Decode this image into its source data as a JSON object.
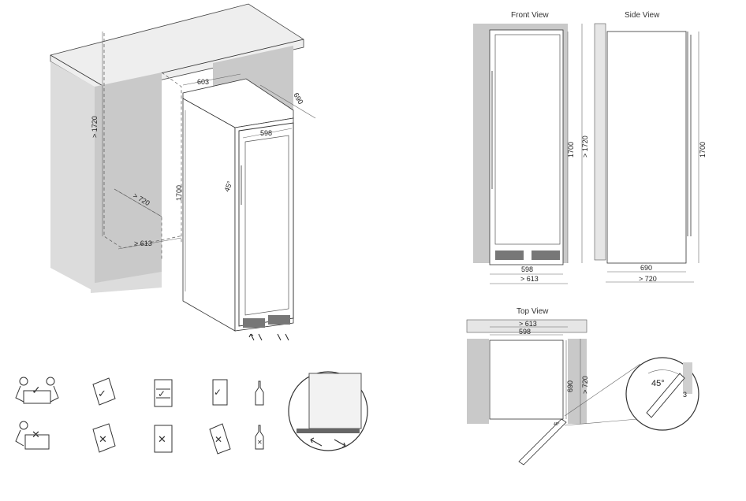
{
  "titles": {
    "front_view": "Front View",
    "side_view": "Side View",
    "top_view": "Top View"
  },
  "iso": {
    "niche_height": "> 1720",
    "niche_depth": "> 720",
    "niche_width": "> 613",
    "cabinet_width": "603",
    "cabinet_depth": "690",
    "door_width": "598",
    "cabinet_height": "1700",
    "door_angle": "45°"
  },
  "front": {
    "height": "1700",
    "niche_height": "> 1720",
    "width": "598",
    "niche_width": "> 613"
  },
  "side": {
    "height": "1700",
    "depth": "690",
    "niche_depth": "> 720"
  },
  "top": {
    "niche_width": "> 613",
    "width": "598",
    "depth": "690",
    "niche_depth": "> 720",
    "door_angle": "45°",
    "detail_angle": "45°",
    "detail_gap": "3"
  },
  "icons": {
    "row_ok": [
      "two-person-lift-icon",
      "manual-icon",
      "bottle-storage-icon",
      "upright-transport-icon",
      "bottle-icon"
    ],
    "row_bad": [
      "one-person-lift-icon",
      "manual-icon",
      "storage-warning-icon",
      "tilted-transport-icon",
      "bottle-icon"
    ],
    "ok_mark": "✓",
    "bad_mark": "✕"
  }
}
